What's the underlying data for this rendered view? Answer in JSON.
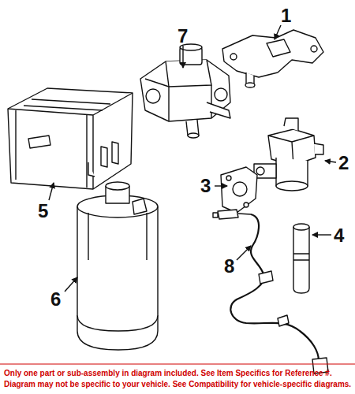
{
  "diagram": {
    "labels": [
      "1",
      "7",
      "2",
      "3",
      "4",
      "5",
      "6",
      "8",
      "Only one part or sub-assembly in diagram included. See Item Specifics for Reference #.",
      "Diagram may not be specific to your vehicle. See Compatibility for vehicle-specific diagrams."
    ]
  }
}
